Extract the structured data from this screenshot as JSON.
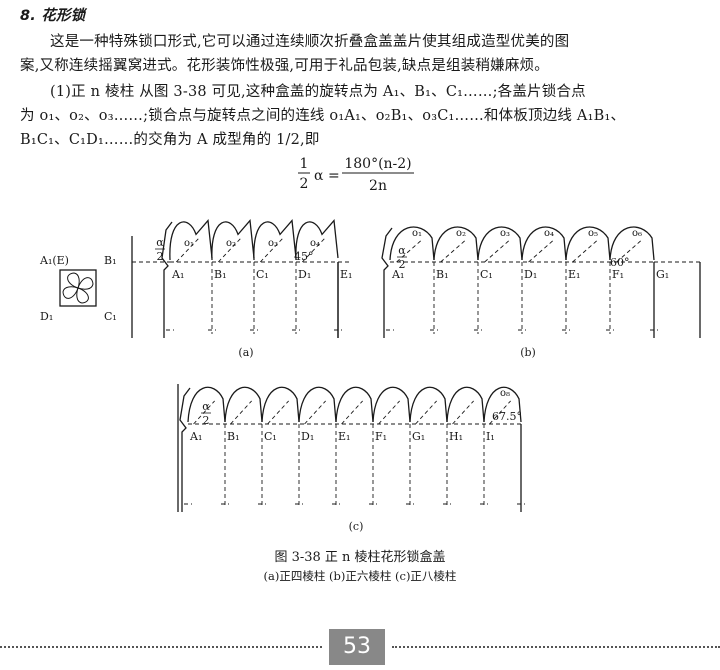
{
  "section": {
    "number_title": "8. 花形锁",
    "para1_line1": "这是一种特殊锁口形式,它可以通过连续顺次折叠盒盖盖片使其组成造型优美的图",
    "para1_line2": "案,又称连续摇翼窝进式。花形装饰性极强,可用于礼品包装,缺点是组装稍嫌麻烦。",
    "para2_line1": "(1)正 n 棱柱   从图 3-38 可见,这种盒盖的旋转点为 A₁、B₁、C₁……;各盖片锁合点",
    "para2_line2": "为 o₁、o₂、o₃……;锁合点与旋转点之间的连线 o₁A₁、o₂B₁、o₃C₁……和体板顶边线 A₁B₁、",
    "para2_line3": "B₁C₁、C₁D₁……的交角为 A 成型角的 1/2,即",
    "formula": {
      "lhs_num": "1",
      "lhs_den": "2",
      "lhs_var": "α",
      "equals": "=",
      "rhs_num": "180°(n-2)",
      "rhs_den": "2n"
    }
  },
  "figure": {
    "sub_a": {
      "label": "(a)",
      "inset_points": [
        "A₁(E)",
        "B₁",
        "C₁",
        "D₁"
      ],
      "points": [
        "A₁",
        "B₁",
        "C₁",
        "D₁",
        "E₁"
      ],
      "locks": [
        "o₁",
        "o₂",
        "o₃",
        "o₄"
      ],
      "alpha_num": "α",
      "alpha_den": "2",
      "angle": "45°"
    },
    "sub_b": {
      "label": "(b)",
      "points": [
        "A₁",
        "B₁",
        "C₁",
        "D₁",
        "E₁",
        "F₁",
        "G₁"
      ],
      "locks": [
        "o₁",
        "o₂",
        "o₃",
        "o₄",
        "o₅",
        "o₆"
      ],
      "alpha_num": "α",
      "alpha_den": "2",
      "angle": "60°"
    },
    "sub_c": {
      "label": "(c)",
      "points": [
        "A₁",
        "B₁",
        "C₁",
        "D₁",
        "E₁",
        "F₁",
        "G₁",
        "H₁",
        "I₁"
      ],
      "locks": [
        "o₈"
      ],
      "alpha_num": "α",
      "alpha_den": "2",
      "angle": "67.5°"
    }
  },
  "caption": {
    "title": "图 3-38   正 n 棱柱花形锁盒盖",
    "subtitle": "(a)正四棱柱   (b)正六棱柱   (c)正八棱柱"
  },
  "page_number": "53"
}
